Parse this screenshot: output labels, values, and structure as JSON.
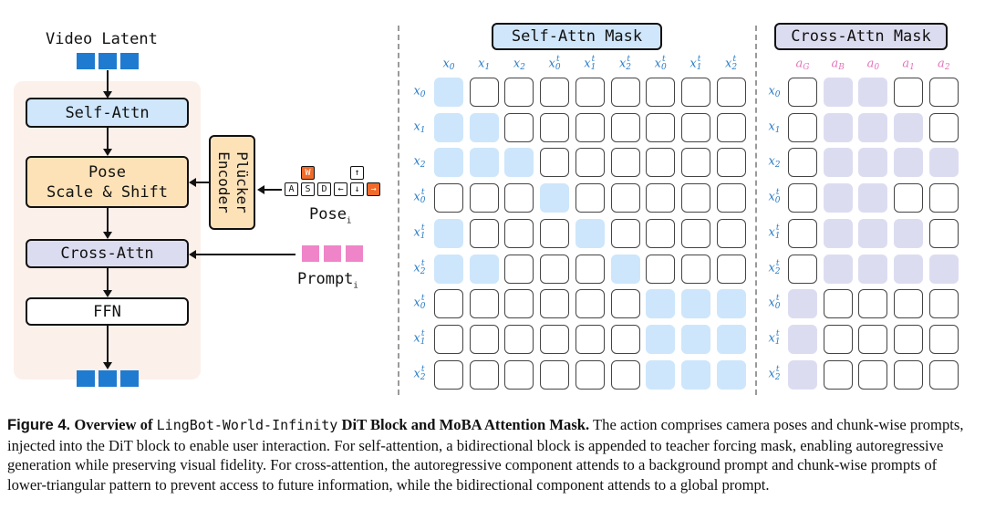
{
  "diagram": {
    "video_latent_label": "Video Latent",
    "self_attn_label": "Self-Attn",
    "pose_scale_shift_label": "Pose\nScale & Shift",
    "cross_attn_label": "Cross-Attn",
    "ffn_label": "FFN",
    "plucker_encoder_label": "Plücker\nEncoder",
    "pose_label": "Pose",
    "pose_sub": "i",
    "prompt_label": "Prompt",
    "prompt_sub": "i",
    "keys_row1": [
      "W",
      "↑"
    ],
    "keys_row2": [
      "A",
      "S",
      "D",
      "←",
      "↓",
      "→"
    ],
    "colors": {
      "latent_blue": "#1f7bd0",
      "prompt_pink": "#ef85c8",
      "block_bg": "#fcf0ea",
      "self_attn_fill": "#cfe6fb",
      "pose_fill": "#fde2b8",
      "cross_attn_fill": "#dcdcf1",
      "key_orange": "#f06a2a"
    }
  },
  "self_attn_mask": {
    "title": "Self-Attn Mask",
    "col_labels": [
      [
        "x",
        "0",
        ""
      ],
      [
        "x",
        "1",
        ""
      ],
      [
        "x",
        "2",
        ""
      ],
      [
        "x",
        "0",
        "t"
      ],
      [
        "x",
        "1",
        "t"
      ],
      [
        "x",
        "2",
        "t"
      ],
      [
        "x",
        "0",
        "t"
      ],
      [
        "x",
        "1",
        "t"
      ],
      [
        "x",
        "2",
        "t"
      ]
    ],
    "row_labels": [
      [
        "x",
        "0",
        ""
      ],
      [
        "x",
        "1",
        ""
      ],
      [
        "x",
        "2",
        ""
      ],
      [
        "x",
        "0",
        "t"
      ],
      [
        "x",
        "1",
        "t"
      ],
      [
        "x",
        "2",
        "t"
      ],
      [
        "x",
        "0",
        "t"
      ],
      [
        "x",
        "1",
        "t"
      ],
      [
        "x",
        "2",
        "t"
      ]
    ],
    "mask": [
      [
        1,
        0,
        0,
        0,
        0,
        0,
        0,
        0,
        0
      ],
      [
        1,
        1,
        0,
        0,
        0,
        0,
        0,
        0,
        0
      ],
      [
        1,
        1,
        1,
        0,
        0,
        0,
        0,
        0,
        0
      ],
      [
        0,
        0,
        0,
        1,
        0,
        0,
        0,
        0,
        0
      ],
      [
        1,
        0,
        0,
        0,
        1,
        0,
        0,
        0,
        0
      ],
      [
        1,
        1,
        0,
        0,
        0,
        1,
        0,
        0,
        0
      ],
      [
        0,
        0,
        0,
        0,
        0,
        0,
        1,
        1,
        1
      ],
      [
        0,
        0,
        0,
        0,
        0,
        0,
        1,
        1,
        1
      ],
      [
        0,
        0,
        0,
        0,
        0,
        0,
        1,
        1,
        1
      ]
    ],
    "fill_color": "#cde6fb"
  },
  "cross_attn_mask": {
    "title": "Cross-Attn Mask",
    "col_labels": [
      [
        "a",
        "G",
        ""
      ],
      [
        "a",
        "B",
        ""
      ],
      [
        "a",
        "0",
        ""
      ],
      [
        "a",
        "1",
        ""
      ],
      [
        "a",
        "2",
        ""
      ]
    ],
    "row_labels": [
      [
        "x",
        "0",
        ""
      ],
      [
        "x",
        "1",
        ""
      ],
      [
        "x",
        "2",
        ""
      ],
      [
        "x",
        "0",
        "t"
      ],
      [
        "x",
        "1",
        "t"
      ],
      [
        "x",
        "2",
        "t"
      ],
      [
        "x",
        "0",
        "t"
      ],
      [
        "x",
        "1",
        "t"
      ],
      [
        "x",
        "2",
        "t"
      ]
    ],
    "mask": [
      [
        0,
        1,
        1,
        0,
        0
      ],
      [
        0,
        1,
        1,
        1,
        0
      ],
      [
        0,
        1,
        1,
        1,
        1
      ],
      [
        0,
        1,
        1,
        0,
        0
      ],
      [
        0,
        1,
        1,
        1,
        0
      ],
      [
        0,
        1,
        1,
        1,
        1
      ],
      [
        1,
        0,
        0,
        0,
        0
      ],
      [
        1,
        0,
        0,
        0,
        0
      ],
      [
        1,
        0,
        0,
        0,
        0
      ]
    ],
    "fill_color": "#dcdcf1"
  },
  "caption": {
    "figure_label": "Figure 4.",
    "title_pre": "Overview of",
    "title_model": "LingBot-World-Infinity",
    "title_post": "DiT Block and MoBA Attention Mask.",
    "body": "The action comprises camera poses and chunk-wise prompts, injected into the DiT block to enable user interaction. For self-attention, a bidirectional block is appended to teacher forcing mask, enabling autoregressive generation while preserving visual fidelity. For cross-attention, the autoregressive component attends to a background prompt and chunk-wise prompts of lower-triangular pattern to prevent access to future information, while the bidirectional component attends to a global prompt."
  }
}
